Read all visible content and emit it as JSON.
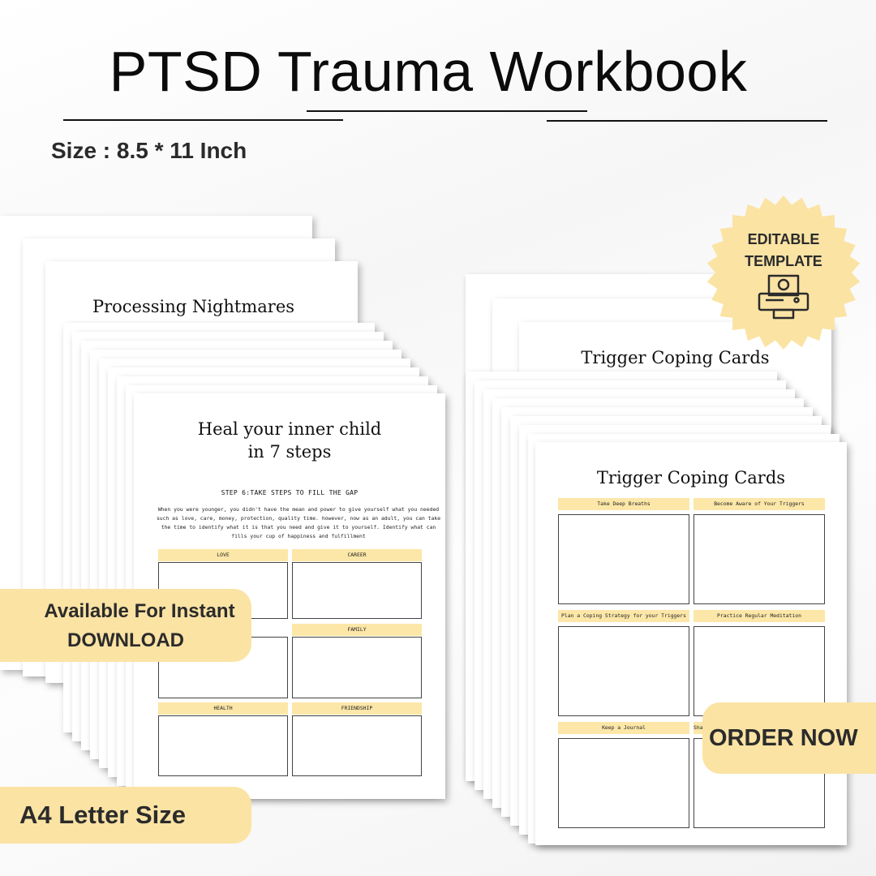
{
  "header": {
    "title": "PTSD Trauma Workbook",
    "size": "Size : 8.5 * 11 Inch"
  },
  "left_stack": {
    "back_title": "Processing Nightmares",
    "front": {
      "heading_line1": "Heal your inner child",
      "heading_line2": "in 7 steps",
      "step_title": "STEP 6:TAKE STEPS TO FILL THE GAP",
      "step_body": "When you were younger, you didn't have the mean and power to give yourself what you needed such as love, care, money, protection, quality time. however, now as an adult, you can take the time to identify what it is that you need and give it to yourself. Identify what can fills your cup of happiness and fulfillment",
      "cards": [
        "LOVE",
        "CAREER",
        "",
        "FAMILY",
        "HEALTH",
        "FRIENDSHIP"
      ]
    }
  },
  "right_stack": {
    "back_title": "Trigger Coping Cards",
    "front": {
      "title": "Trigger Coping Cards",
      "cards": [
        "Take Deep Breaths",
        "Become Aware of Your Triggers",
        "Plan a Coping Strategy for your Triggers",
        "Practice Regular Meditation",
        "Keep a Journal",
        "Share"
      ]
    }
  },
  "badges": {
    "editable": "EDITABLE\nTEMPLATE",
    "editable_icon": "printer-icon",
    "instant_line1": "Available For Instant",
    "instant_line2": "DOWNLOAD",
    "letter_size": "A4 Letter Size",
    "order": "ORDER NOW"
  },
  "colors": {
    "accent": "#fbe3a4",
    "card_header": "#fce7a8",
    "badge": "#fbe3a4",
    "text": "#111111"
  }
}
